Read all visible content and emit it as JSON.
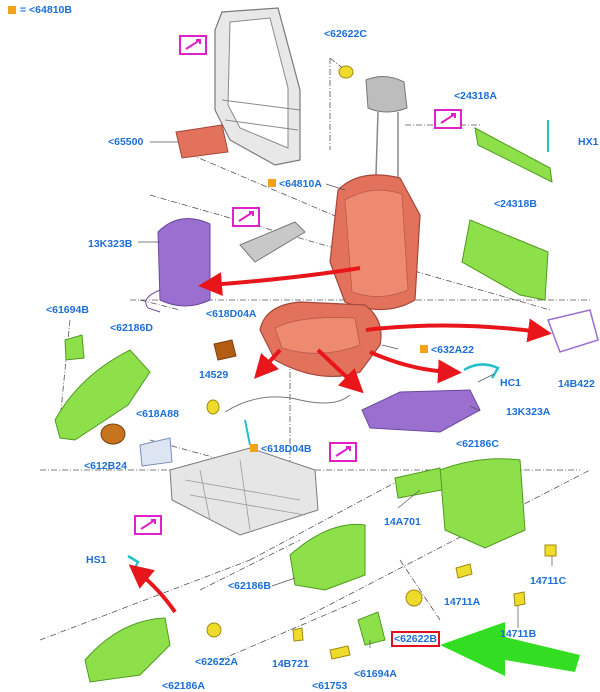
{
  "legend": {
    "text": "= <64810B",
    "swatch_color": "#f4a21c"
  },
  "colors": {
    "label": "#1c6fd6",
    "seat_cushion": "#e2725b",
    "green_part": "#8ee04a",
    "purple_part": "#9b6fd0",
    "arrow_red": "#e8161a",
    "arrow_green": "#33dd22",
    "magenta_box": "#e020c8",
    "highlight_box": "#e01020"
  },
  "labels": {
    "l62622c_top": "<62622C",
    "l24318a": "<24318A",
    "hx1": "HX1",
    "l65500": "<65500",
    "l64810a": "<64810A",
    "l24318b": "<24318B",
    "l13k323b": "13K323B",
    "l61694b": "<61694B",
    "l62186d": "<62186D",
    "l618d04a": "<618D04A",
    "l632a22": "<632A22",
    "l14b422": "14B422",
    "l14529": "14529",
    "hc1": "HC1",
    "l618a88": "<618A88",
    "l13k323a": "13K323A",
    "l612b24": "<612B24",
    "l618d04b": "<618D04B",
    "l62186c": "<62186C",
    "l14a701": "14A701",
    "hs1": "HS1",
    "l62186b": "<62186B",
    "l14711c": "14711C",
    "l14711a": "14711A",
    "l14711b": "14711B",
    "l62622b": "<62622B",
    "l62622a": "<62622A",
    "l14b721": "14B721",
    "l61694a": "<61694A",
    "l61753": "<61753",
    "l62186a": "<62186A"
  },
  "icons": [
    "magenta-edit-icon",
    "green-pointer-arrow",
    "red-direction-arrow"
  ]
}
